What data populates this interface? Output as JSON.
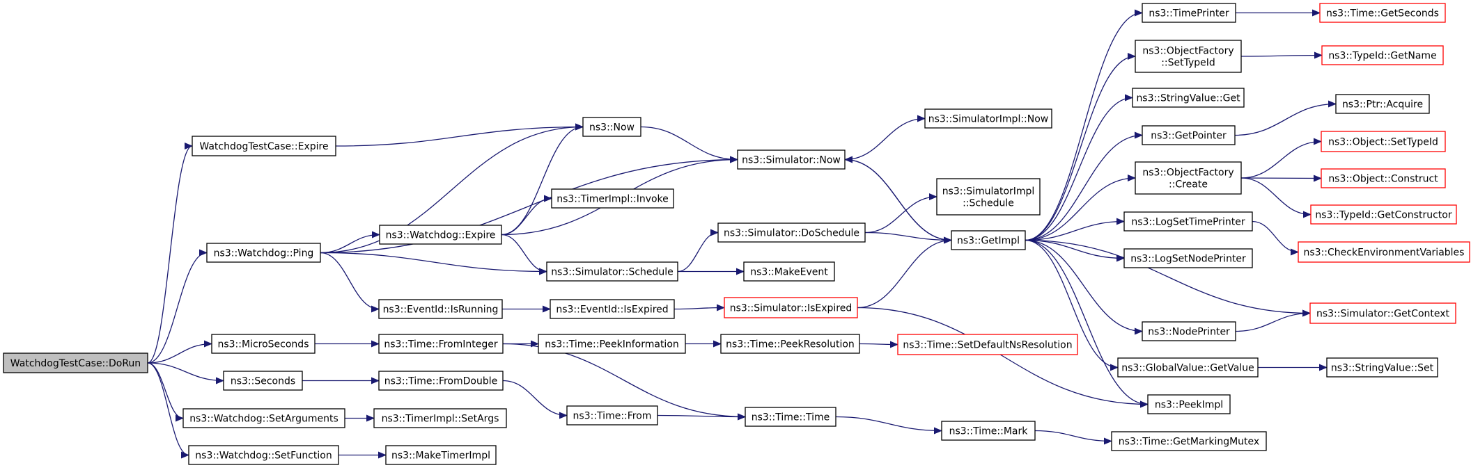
{
  "diagram": {
    "nodes": [
      {
        "id": "root",
        "label": "WatchdogTestCase::DoRun",
        "style": "root"
      },
      {
        "id": "tcexpire",
        "label": "WatchdogTestCase::Expire"
      },
      {
        "id": "ping",
        "label": "ns3::Watchdog::Ping"
      },
      {
        "id": "micro",
        "label": "ns3::MicroSeconds"
      },
      {
        "id": "seconds",
        "label": "ns3::Seconds"
      },
      {
        "id": "setargs",
        "label": "ns3::Watchdog::SetArguments"
      },
      {
        "id": "setfunc",
        "label": "ns3::Watchdog::SetFunction"
      },
      {
        "id": "now",
        "label": "ns3::Now"
      },
      {
        "id": "wdexpire",
        "label": "ns3::Watchdog::Expire"
      },
      {
        "id": "isrunning",
        "label": "ns3::EventId::IsRunning"
      },
      {
        "id": "fromint",
        "label": "ns3::Time::FromInteger"
      },
      {
        "id": "fromdouble",
        "label": "ns3::Time::FromDouble"
      },
      {
        "id": "timersetargs",
        "label": "ns3::TimerImpl::SetArgs"
      },
      {
        "id": "maketimer",
        "label": "ns3::MakeTimerImpl"
      },
      {
        "id": "invoke",
        "label": "ns3::TimerImpl::Invoke"
      },
      {
        "id": "schedule",
        "label": "ns3::Simulator::Schedule"
      },
      {
        "id": "isexpired",
        "label": "ns3::EventId::IsExpired"
      },
      {
        "id": "peekinfo",
        "label": "ns3::Time::PeekInformation"
      },
      {
        "id": "from",
        "label": "ns3::Time::From"
      },
      {
        "id": "simnow",
        "label": "ns3::Simulator::Now"
      },
      {
        "id": "doschedule",
        "label": "ns3::Simulator::DoSchedule"
      },
      {
        "id": "makeevent",
        "label": "ns3::MakeEvent"
      },
      {
        "id": "simisexpired",
        "label": "ns3::Simulator::IsExpired",
        "style": "red"
      },
      {
        "id": "peekres",
        "label": "ns3::Time::PeekResolution"
      },
      {
        "id": "time",
        "label": "ns3::Time::Time"
      },
      {
        "id": "implnow",
        "label": "ns3::SimulatorImpl::Now"
      },
      {
        "id": "implschedule",
        "label": [
          "ns3::SimulatorImpl",
          "::Schedule"
        ]
      },
      {
        "id": "getimpl",
        "label": "ns3::GetImpl"
      },
      {
        "id": "setdefres",
        "label": "ns3::Time::SetDefaultNsResolution",
        "style": "red"
      },
      {
        "id": "mark",
        "label": "ns3::Time::Mark"
      },
      {
        "id": "timeprinter",
        "label": "ns3::TimePrinter"
      },
      {
        "id": "ofsettypeid",
        "label": [
          "ns3::ObjectFactory",
          "::SetTypeId"
        ]
      },
      {
        "id": "strget",
        "label": "ns3::StringValue::Get"
      },
      {
        "id": "getpointer",
        "label": "ns3::GetPointer"
      },
      {
        "id": "ofcreate",
        "label": [
          "ns3::ObjectFactory",
          "::Create"
        ]
      },
      {
        "id": "logsettime",
        "label": "ns3::LogSetTimePrinter"
      },
      {
        "id": "logsetnode",
        "label": "ns3::LogSetNodePrinter"
      },
      {
        "id": "nodeprinter",
        "label": "ns3::NodePrinter"
      },
      {
        "id": "gvgetvalue",
        "label": "ns3::GlobalValue::GetValue"
      },
      {
        "id": "peekimpl",
        "label": "ns3::PeekImpl"
      },
      {
        "id": "getmutex",
        "label": "ns3::Time::GetMarkingMutex"
      },
      {
        "id": "getseconds",
        "label": "ns3::Time::GetSeconds",
        "style": "red"
      },
      {
        "id": "getname",
        "label": "ns3::TypeId::GetName",
        "style": "red"
      },
      {
        "id": "ptracquire",
        "label": "ns3::Ptr::Acquire"
      },
      {
        "id": "objsettypeid",
        "label": "ns3::Object::SetTypeId",
        "style": "red"
      },
      {
        "id": "objconstruct",
        "label": "ns3::Object::Construct",
        "style": "red"
      },
      {
        "id": "getconstructor",
        "label": "ns3::TypeId::GetConstructor",
        "style": "red"
      },
      {
        "id": "checkenv",
        "label": "ns3::CheckEnvironmentVariables",
        "style": "red"
      },
      {
        "id": "getcontext",
        "label": "ns3::Simulator::GetContext",
        "style": "red"
      },
      {
        "id": "strset",
        "label": "ns3::StringValue::Set"
      }
    ],
    "edges": [
      [
        "root",
        "tcexpire"
      ],
      [
        "root",
        "ping"
      ],
      [
        "root",
        "micro"
      ],
      [
        "root",
        "seconds"
      ],
      [
        "root",
        "setargs"
      ],
      [
        "root",
        "setfunc"
      ],
      [
        "tcexpire",
        "now"
      ],
      [
        "ping",
        "now"
      ],
      [
        "ping",
        "simnow"
      ],
      [
        "ping",
        "wdexpire"
      ],
      [
        "ping",
        "schedule"
      ],
      [
        "ping",
        "isrunning"
      ],
      [
        "wdexpire",
        "now"
      ],
      [
        "wdexpire",
        "invoke"
      ],
      [
        "wdexpire",
        "simnow"
      ],
      [
        "wdexpire",
        "schedule"
      ],
      [
        "now",
        "simnow"
      ],
      [
        "simnow",
        "implnow"
      ],
      [
        "simnow",
        "getimpl"
      ],
      [
        "schedule",
        "doschedule"
      ],
      [
        "schedule",
        "makeevent"
      ],
      [
        "doschedule",
        "implschedule"
      ],
      [
        "doschedule",
        "getimpl"
      ],
      [
        "isrunning",
        "isexpired"
      ],
      [
        "isexpired",
        "simisexpired"
      ],
      [
        "simisexpired",
        "getimpl"
      ],
      [
        "simisexpired",
        "peekimpl"
      ],
      [
        "micro",
        "fromint"
      ],
      [
        "fromint",
        "peekinfo"
      ],
      [
        "fromint",
        "time"
      ],
      [
        "peekinfo",
        "peekres"
      ],
      [
        "peekres",
        "setdefres"
      ],
      [
        "seconds",
        "fromdouble"
      ],
      [
        "fromdouble",
        "from"
      ],
      [
        "from",
        "time"
      ],
      [
        "time",
        "mark"
      ],
      [
        "mark",
        "getmutex"
      ],
      [
        "setargs",
        "timersetargs"
      ],
      [
        "setfunc",
        "maketimer"
      ],
      [
        "getimpl",
        "simnow"
      ],
      [
        "getimpl",
        "timeprinter"
      ],
      [
        "getimpl",
        "ofsettypeid"
      ],
      [
        "getimpl",
        "strget"
      ],
      [
        "getimpl",
        "getpointer"
      ],
      [
        "getimpl",
        "ofcreate"
      ],
      [
        "getimpl",
        "logsettime"
      ],
      [
        "getimpl",
        "logsetnode"
      ],
      [
        "getimpl",
        "nodeprinter"
      ],
      [
        "getimpl",
        "gvgetvalue"
      ],
      [
        "getimpl",
        "peekimpl"
      ],
      [
        "getimpl",
        "getcontext"
      ],
      [
        "timeprinter",
        "getseconds"
      ],
      [
        "ofsettypeid",
        "getname"
      ],
      [
        "getpointer",
        "ptracquire"
      ],
      [
        "ofcreate",
        "objsettypeid"
      ],
      [
        "ofcreate",
        "objconstruct"
      ],
      [
        "ofcreate",
        "getconstructor"
      ],
      [
        "logsettime",
        "checkenv"
      ],
      [
        "nodeprinter",
        "getcontext"
      ],
      [
        "gvgetvalue",
        "strset"
      ]
    ]
  }
}
